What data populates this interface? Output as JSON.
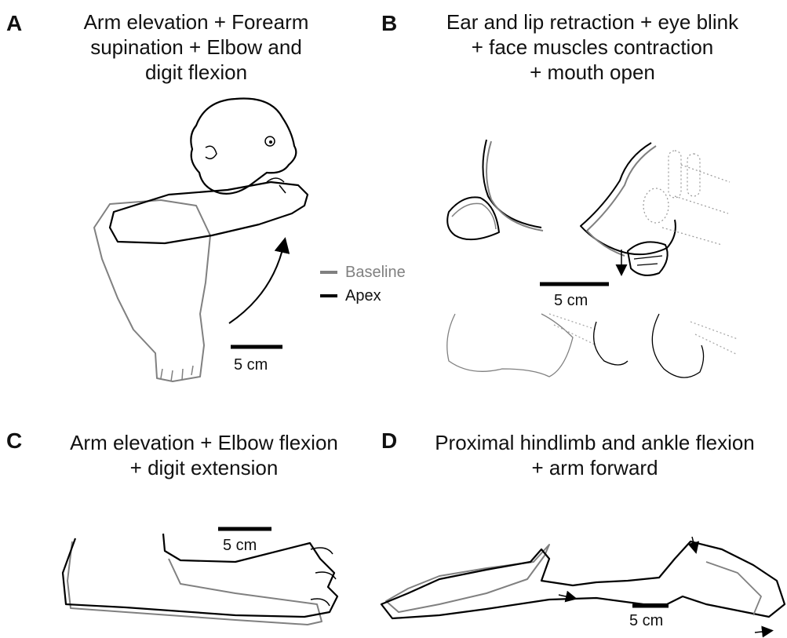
{
  "panels": [
    {
      "letter": "A",
      "title": "Arm elevation + Forearm\nsupination + Elbow and\ndigit flexion",
      "scale": "5 cm"
    },
    {
      "letter": "B",
      "title": "Ear and lip retraction + eye blink\n+ face muscles contraction\n+ mouth open",
      "scale": "5 cm"
    },
    {
      "letter": "C",
      "title": "Arm elevation +  Elbow flexion\n+ digit extension",
      "scale": "5 cm"
    },
    {
      "letter": "D",
      "title": "Proximal hindlimb and ankle flexion\n+ arm forward",
      "scale": "5 cm"
    }
  ],
  "legend": {
    "baseline": {
      "label": "Baseline",
      "color": "#808080"
    },
    "apex": {
      "label": "Apex",
      "color": "#000000"
    }
  }
}
